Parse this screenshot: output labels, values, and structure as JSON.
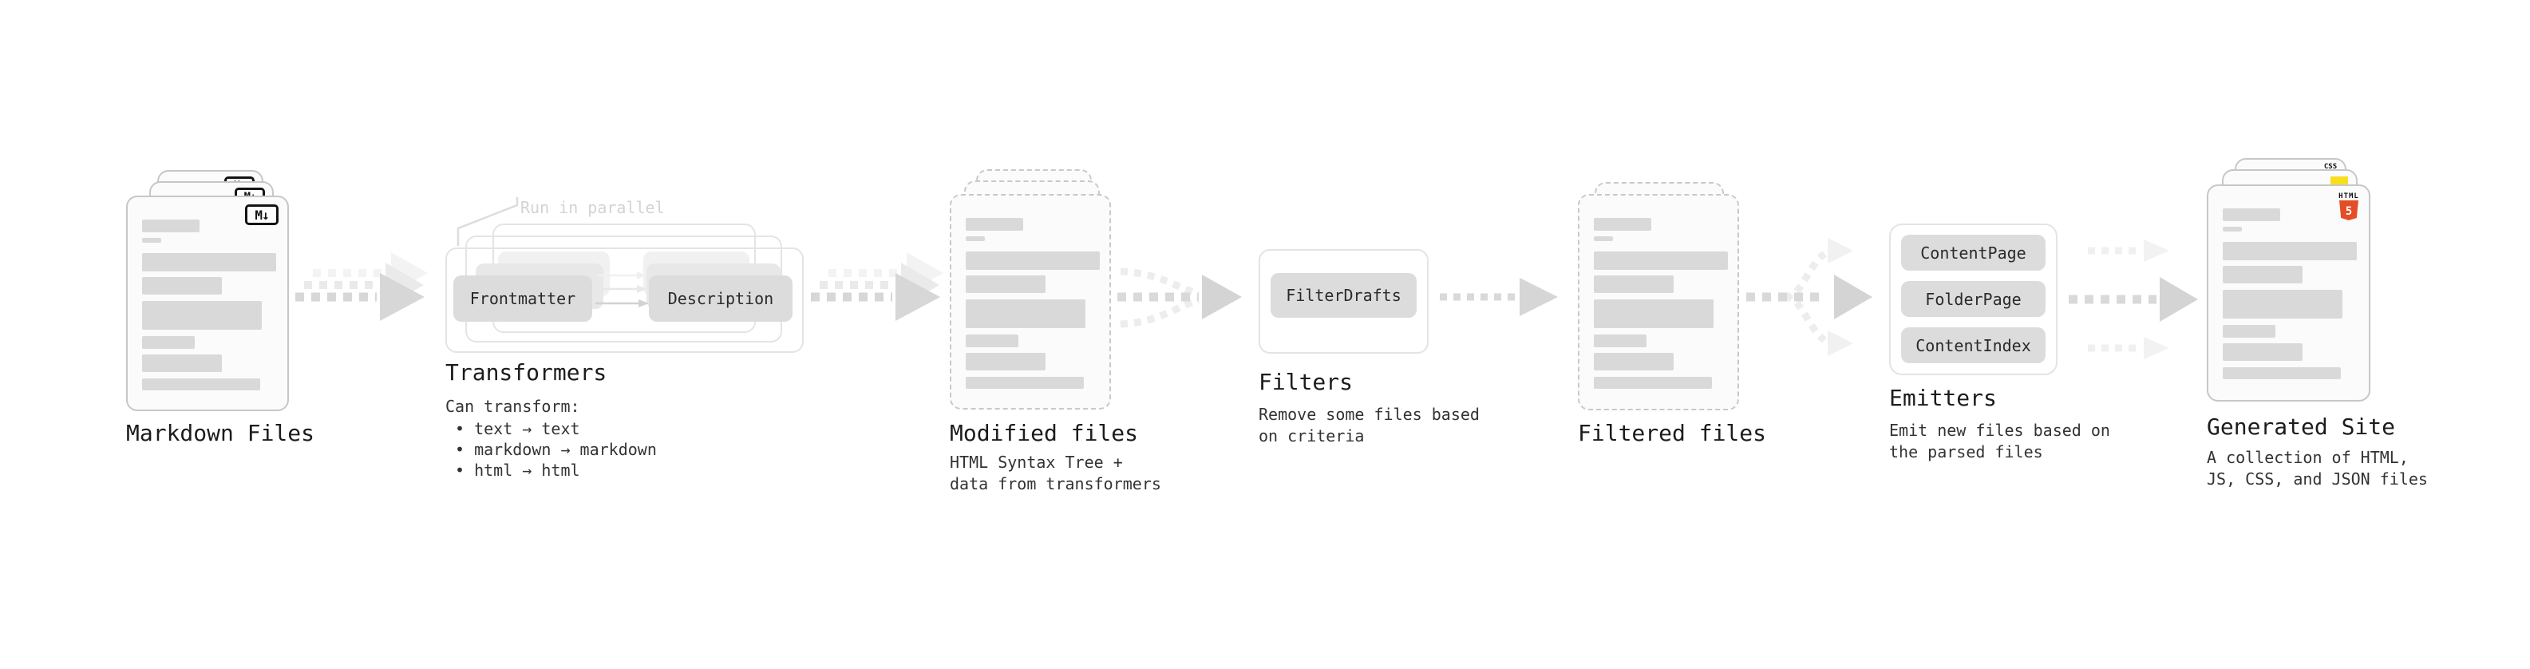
{
  "diagram": {
    "annotation_run_in_parallel": "Run in parallel",
    "stages": {
      "markdown": {
        "title": "Markdown Files",
        "badge": "M↓"
      },
      "transformers": {
        "title": "Transformers",
        "pill_frontmatter": "Frontmatter",
        "pill_description": "Description",
        "desc_heading": "Can transform:",
        "bullets": [
          "• text → text",
          "• markdown → markdown",
          "• html → html"
        ]
      },
      "modified": {
        "title": "Modified files",
        "desc": [
          "HTML Syntax Tree +",
          "data from transformers"
        ]
      },
      "filters": {
        "title": "Filters",
        "pill": "FilterDrafts",
        "desc": [
          "Remove some files based",
          "on criteria"
        ]
      },
      "filtered": {
        "title": "Filtered files"
      },
      "emitters": {
        "title": "Emitters",
        "pills": [
          "ContentPage",
          "FolderPage",
          "ContentIndex"
        ],
        "desc": [
          "Emit new files based on",
          "the parsed files"
        ]
      },
      "generated": {
        "title": "Generated Site",
        "desc": [
          "A collection of HTML,",
          "JS, CSS, and JSON files"
        ],
        "badge_css": "CSS",
        "badge_html_label": "HTML",
        "badge_html_number": "5"
      }
    },
    "colors": {
      "html5_orange": "#e44d26",
      "js_yellow": "#f7df1e",
      "css_blue": "#2962ff"
    }
  }
}
